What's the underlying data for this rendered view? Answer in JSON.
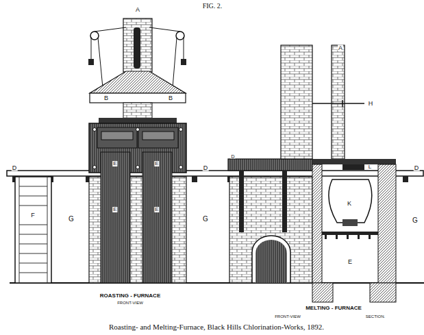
{
  "diagram": {
    "title": "FIG. 2.",
    "caption": "Roasting- and Melting-Furnace, Black Hills Chlorination-Works, 1892.",
    "labels": [
      "A",
      "B",
      "B",
      "D",
      "D",
      "D",
      "D",
      "E",
      "E",
      "E",
      "E",
      "F",
      "G",
      "G",
      "G",
      "A",
      "H",
      "L",
      "K",
      "E",
      "ROASTING - FURNACE",
      "FRONT-VIEW",
      "MELTING - FURNACE",
      "FRONT-VIEW",
      "SECTION."
    ]
  }
}
